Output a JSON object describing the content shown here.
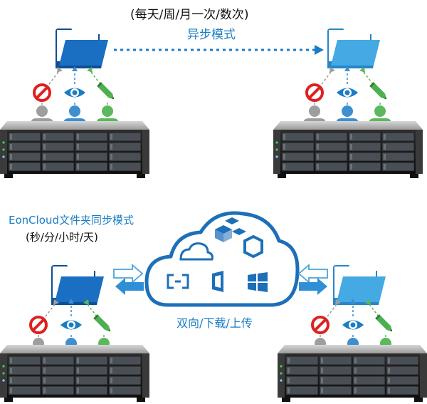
{
  "top_section": {
    "frequency_label": "(每天/周/月一次/数次)",
    "mode_label": "异步模式"
  },
  "bottom_section": {
    "title": "EonCloud文件夹同步模式",
    "frequency_label": "(秒/分/小时/天)",
    "direction_label": "双向/下载/上传"
  },
  "icons": {
    "folder_primary": "folder-icon",
    "folder_secondary": "folder-icon",
    "deny": "no-access-icon",
    "read": "eye-icon",
    "write": "pencil-icon",
    "user": "user-icon",
    "server": "server-rack-icon",
    "cloud": "cloud-icon"
  },
  "colors": {
    "folder_dark": "#1565b8",
    "folder_light": "#3ea3de",
    "deny_red": "#e02020",
    "read_blue": "#1a7dc4",
    "write_green": "#4caf50",
    "user_gray": "#9e9e9e",
    "user_blue": "#3d8fd0",
    "user_green": "#5cb85c",
    "arrow_blue": "#1a7dc4",
    "cloud_blue": "#1d6fb8"
  }
}
